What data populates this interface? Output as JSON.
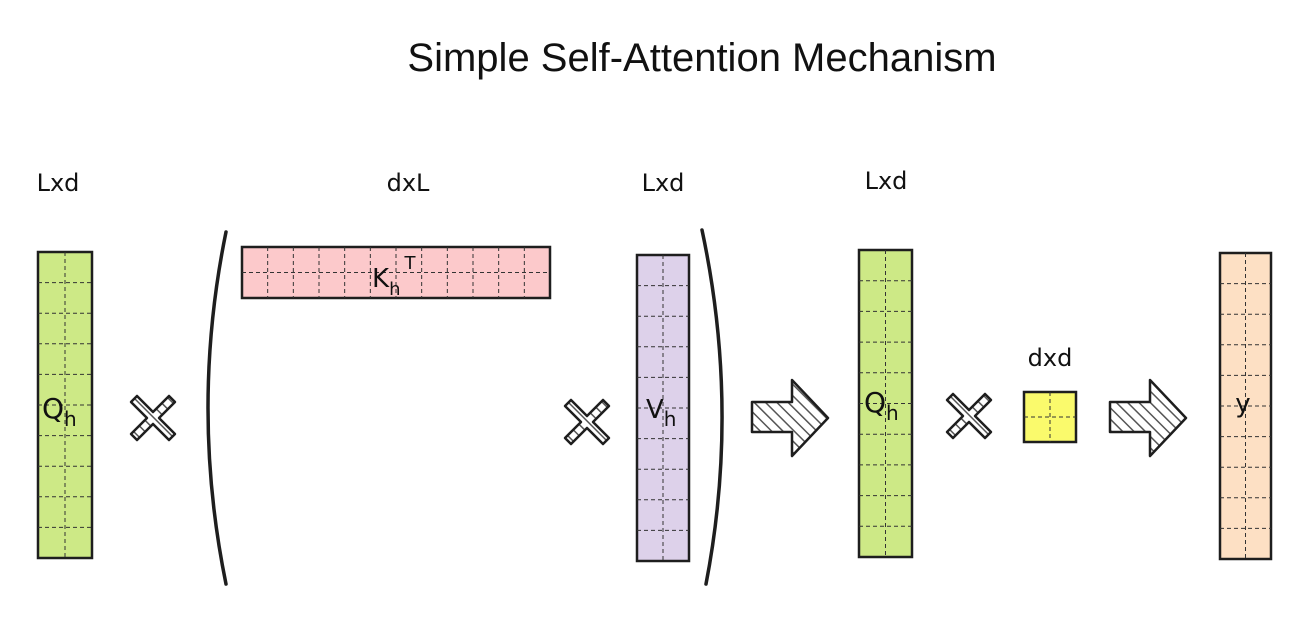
{
  "title": "Simple Self-Attention Mechanism",
  "colors": {
    "q": "#cde986",
    "k": "#fcc9cb",
    "v": "#ddd1ea",
    "y": "#fde0c4",
    "dxd": "#fafa6c",
    "stroke": "#1e1e1e",
    "grid": "#333333"
  },
  "matrices": {
    "q_left": {
      "dim": "Lxd",
      "label": "Q",
      "sub": "h"
    },
    "k": {
      "dim": "dxL",
      "label": "K",
      "sub": "h",
      "sup": "T"
    },
    "v": {
      "dim": "Lxd",
      "label": "V",
      "sub": "h"
    },
    "q_right": {
      "dim": "Lxd",
      "label": "Q",
      "sub": "h"
    },
    "dxd": {
      "dim": "dxd"
    },
    "y": {
      "label": "y"
    }
  },
  "icons": [
    "multiply-icon",
    "multiply-icon",
    "multiply-icon",
    "arrow-right-icon",
    "arrow-right-icon"
  ]
}
